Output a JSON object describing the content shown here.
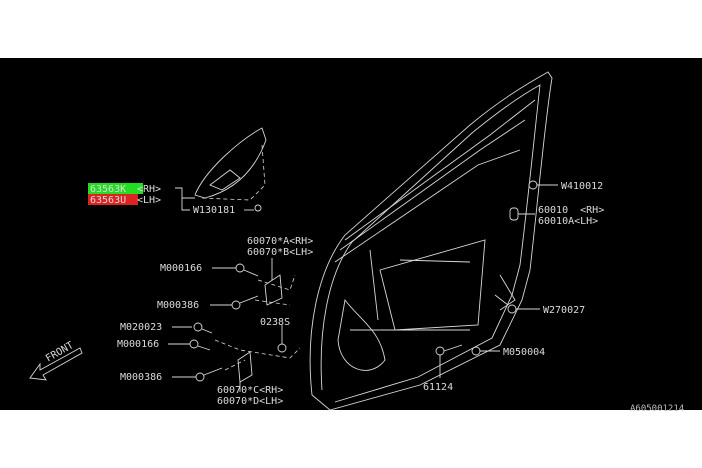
{
  "diagram": {
    "code": "A605001214",
    "front_label": "FRONT",
    "highlight_colors": {
      "rh": "#22dd22",
      "lh": "#dd2222"
    },
    "parts": {
      "mirror_rh": "63563K",
      "mirror_rh_side": "<RH>",
      "mirror_lh": "63563U",
      "mirror_lh_side": "<LH>",
      "w130181": "W130181",
      "hinge_upper_rh": "60070*A<RH>",
      "hinge_upper_lh": "60070*B<LH>",
      "m000166_a": "M000166",
      "m000386_a": "M000386",
      "m020023": "M020023",
      "m000166_b": "M000166",
      "m000386_b": "M000386",
      "s0238": "0238S",
      "hinge_lower_rh": "60070*C<RH>",
      "hinge_lower_lh": "60070*D<LH>",
      "w410012": "W410012",
      "door_rh": "60010  <RH>",
      "door_lh": "60010A<LH>",
      "w270027": "W270027",
      "m050004": "M050004",
      "checker": "61124"
    }
  }
}
